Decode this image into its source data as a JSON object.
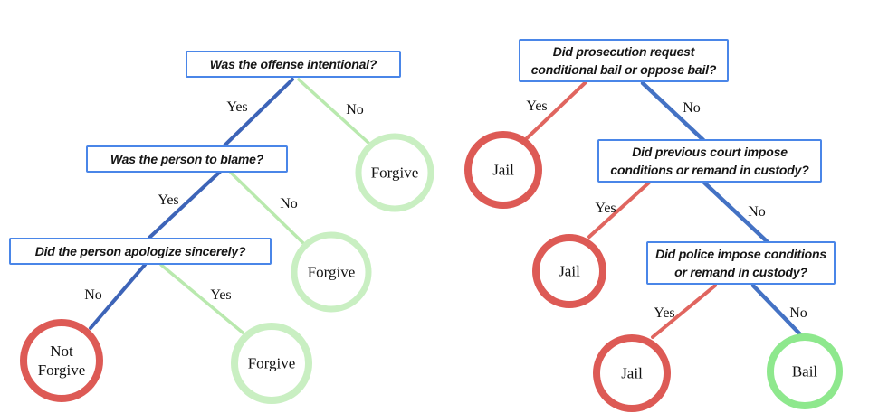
{
  "colors": {
    "box_border": "#4a86e8",
    "edge_blue": "#3d64b8",
    "edge_blue_right": "#4472c4",
    "edge_green": "#b9e9ae",
    "edge_red": "#e0655f",
    "circle_red": "#dd5a55",
    "circle_pale_green": "#c9efc2",
    "circle_bright_green": "#8ee88d"
  },
  "left_tree": {
    "questions": {
      "intentional": "Was the offense intentional?",
      "blame": "Was the person to blame?",
      "apologize": "Did the person apologize sincerely?"
    },
    "branches": {
      "intentional_yes": "Yes",
      "intentional_no": "No",
      "blame_yes": "Yes",
      "blame_no": "No",
      "apologize_no": "No",
      "apologize_yes": "Yes"
    },
    "outcomes": {
      "forgive_top": "Forgive",
      "forgive_mid": "Forgive",
      "not_forgive": "Not Forgive",
      "forgive_bottom": "Forgive"
    }
  },
  "right_tree": {
    "questions": {
      "prosecution": "Did prosecution request conditional bail or oppose bail?",
      "previous_court": "Did previous court impose conditions or remand in custody?",
      "police": "Did police impose conditions or remand in custody?"
    },
    "branches": {
      "prosecution_yes": "Yes",
      "prosecution_no": "No",
      "previous_court_yes": "Yes",
      "previous_court_no": "No",
      "police_yes": "Yes",
      "police_no": "No"
    },
    "outcomes": {
      "jail_1": "Jail",
      "jail_2": "Jail",
      "jail_3": "Jail",
      "bail": "Bail"
    }
  }
}
